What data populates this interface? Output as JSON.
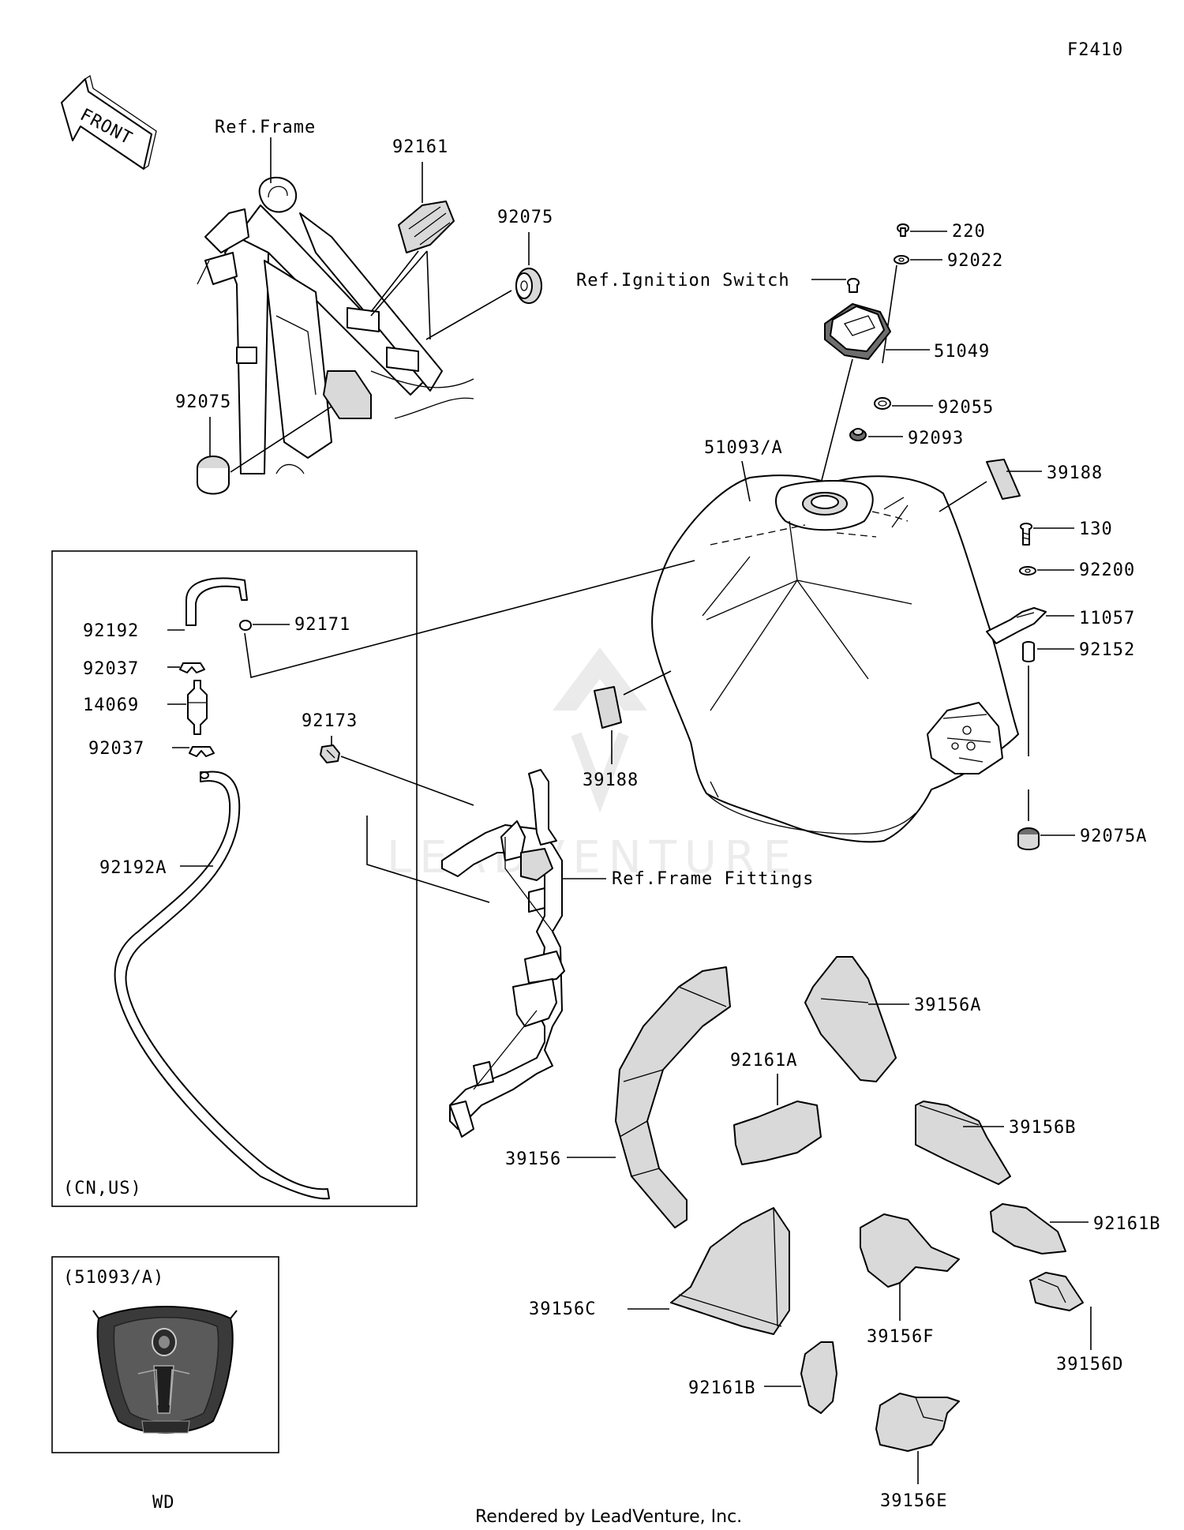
{
  "figure_code": "F2410",
  "front_arrow_text": "FRONT",
  "references": {
    "frame": "Ref.Frame",
    "ignition_switch": "Ref.Ignition Switch",
    "frame_fittings": "Ref.Frame Fittings"
  },
  "watermark": "LEADVENTURE",
  "parts": {
    "p92161_top": "92161",
    "p92075_right": "92075",
    "p92075_left": "92075",
    "p220": "220",
    "p92022": "92022",
    "p51049": "51049",
    "p92055": "92055",
    "p92093": "92093",
    "p51093a": "51093/A",
    "p39188_top": "39188",
    "p130": "130",
    "p92200": "92200",
    "p11057": "11057",
    "p92152": "92152",
    "p39188_left": "39188",
    "p92075a": "92075A",
    "p92192": "92192",
    "p92171": "92171",
    "p92037_a": "92037",
    "p14069": "14069",
    "p92037_b": "92037",
    "p92173": "92173",
    "p92192a": "92192A",
    "p39156a": "39156A",
    "p92161a": "92161A",
    "p39156b": "39156B",
    "p39156": "39156",
    "p92161b_right": "92161B",
    "p39156c": "39156C",
    "p39156f": "39156F",
    "p39156d": "39156D",
    "p92161b_bottom": "92161B",
    "p39156e": "39156E"
  },
  "inset_hose": {
    "region_note": "(CN,US)"
  },
  "inset_tank": {
    "title": "(51093/A)",
    "caption": "WD"
  },
  "footer": "Rendered by LeadVenture, Inc."
}
